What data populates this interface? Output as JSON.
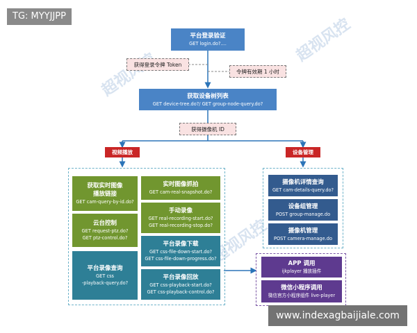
{
  "tag": "TG: MYYJJPP",
  "login": {
    "title": "平台登录验证",
    "api": "GET login.do?...."
  },
  "token_note": "获得登录令牌 Token",
  "expire_note": "令牌有效期 1 小时",
  "device_tree": {
    "title": "获取设备树列表",
    "api": "GET device-tree.do?/ GET group-node-query.do?"
  },
  "camera_id_note": "获得摄像机 ID",
  "video_label": "视频播放",
  "device_mgmt_label": "设备管理",
  "video_items": {
    "realtime": {
      "title1": "获取实时图像",
      "title2": "播放链接",
      "api": "GET cam-query-by-id.do?"
    },
    "ptz": {
      "title": "云台控制",
      "api1": "GET request-ptz.do?",
      "api2": "GET ptz-control.do?"
    },
    "record_query": {
      "title": "平台录像查询",
      "api1": "GET css",
      "api2": "-playback-query.do?"
    },
    "snapshot": {
      "title": "实时图像抓拍",
      "api": "GET cam-real-snapshot.do?"
    },
    "manual": {
      "title": "手动录像",
      "api1": "GET real-recording-start.do?",
      "api2": "GET real-recording-stop.do?"
    },
    "download": {
      "title": "平台录像下载",
      "api1": "GET css-file-down-start.do?",
      "api2": "GET css-file-down-progress.do?"
    },
    "playback": {
      "title": "平台录像回放",
      "api1": "GET css-playback-start.do?",
      "api2": "GET css-playback-control.do?"
    }
  },
  "mgmt_items": {
    "detail": {
      "title": "摄像机详情查询",
      "api": "GET cam-details-query.do?"
    },
    "group": {
      "title": "设备组管理",
      "api": "POST group-manage.do"
    },
    "camera": {
      "title": "摄像机管理",
      "api": "POST camera-manage.do"
    }
  },
  "app_items": {
    "app": {
      "title": "APP 调用",
      "sub": "ijkplayer 播放插件"
    },
    "mini": {
      "title": "微信小程序调用",
      "sub": "微信官方小程序组件 live-player"
    }
  },
  "watermarks": [
    "超视风控",
    "超视风控",
    "超视风控"
  ],
  "site_url": "www.indexagbaijiale.com",
  "colors": {
    "blue": "#4a84c6",
    "green": "#71962f",
    "teal": "#2e7f96",
    "navy": "#335b8e",
    "purple": "#5e3a8f",
    "red": "#c92626"
  }
}
